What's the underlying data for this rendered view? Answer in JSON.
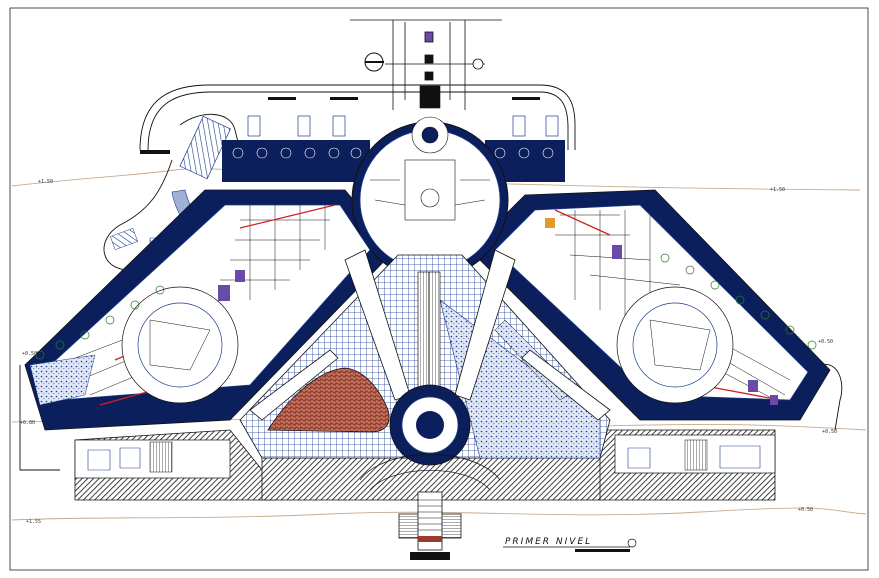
{
  "plan": {
    "title": "PRIMER NIVEL",
    "levels": {
      "left_top": "+1.50",
      "left_mid": "+0.50",
      "left_low": "+0.80",
      "left_bottom": "+1.55",
      "right_top": "+1.50",
      "right_mid": "+0.50",
      "right_low": "+0.50",
      "right_bottom": "+0.50"
    },
    "colors": {
      "navy": "#0b1f5c",
      "blue": "#1c3b8f",
      "line_red": "#d2201d",
      "contour": "#c8a98c",
      "purple": "#6a4aa8",
      "terracotta": "#9b3b2c"
    }
  }
}
